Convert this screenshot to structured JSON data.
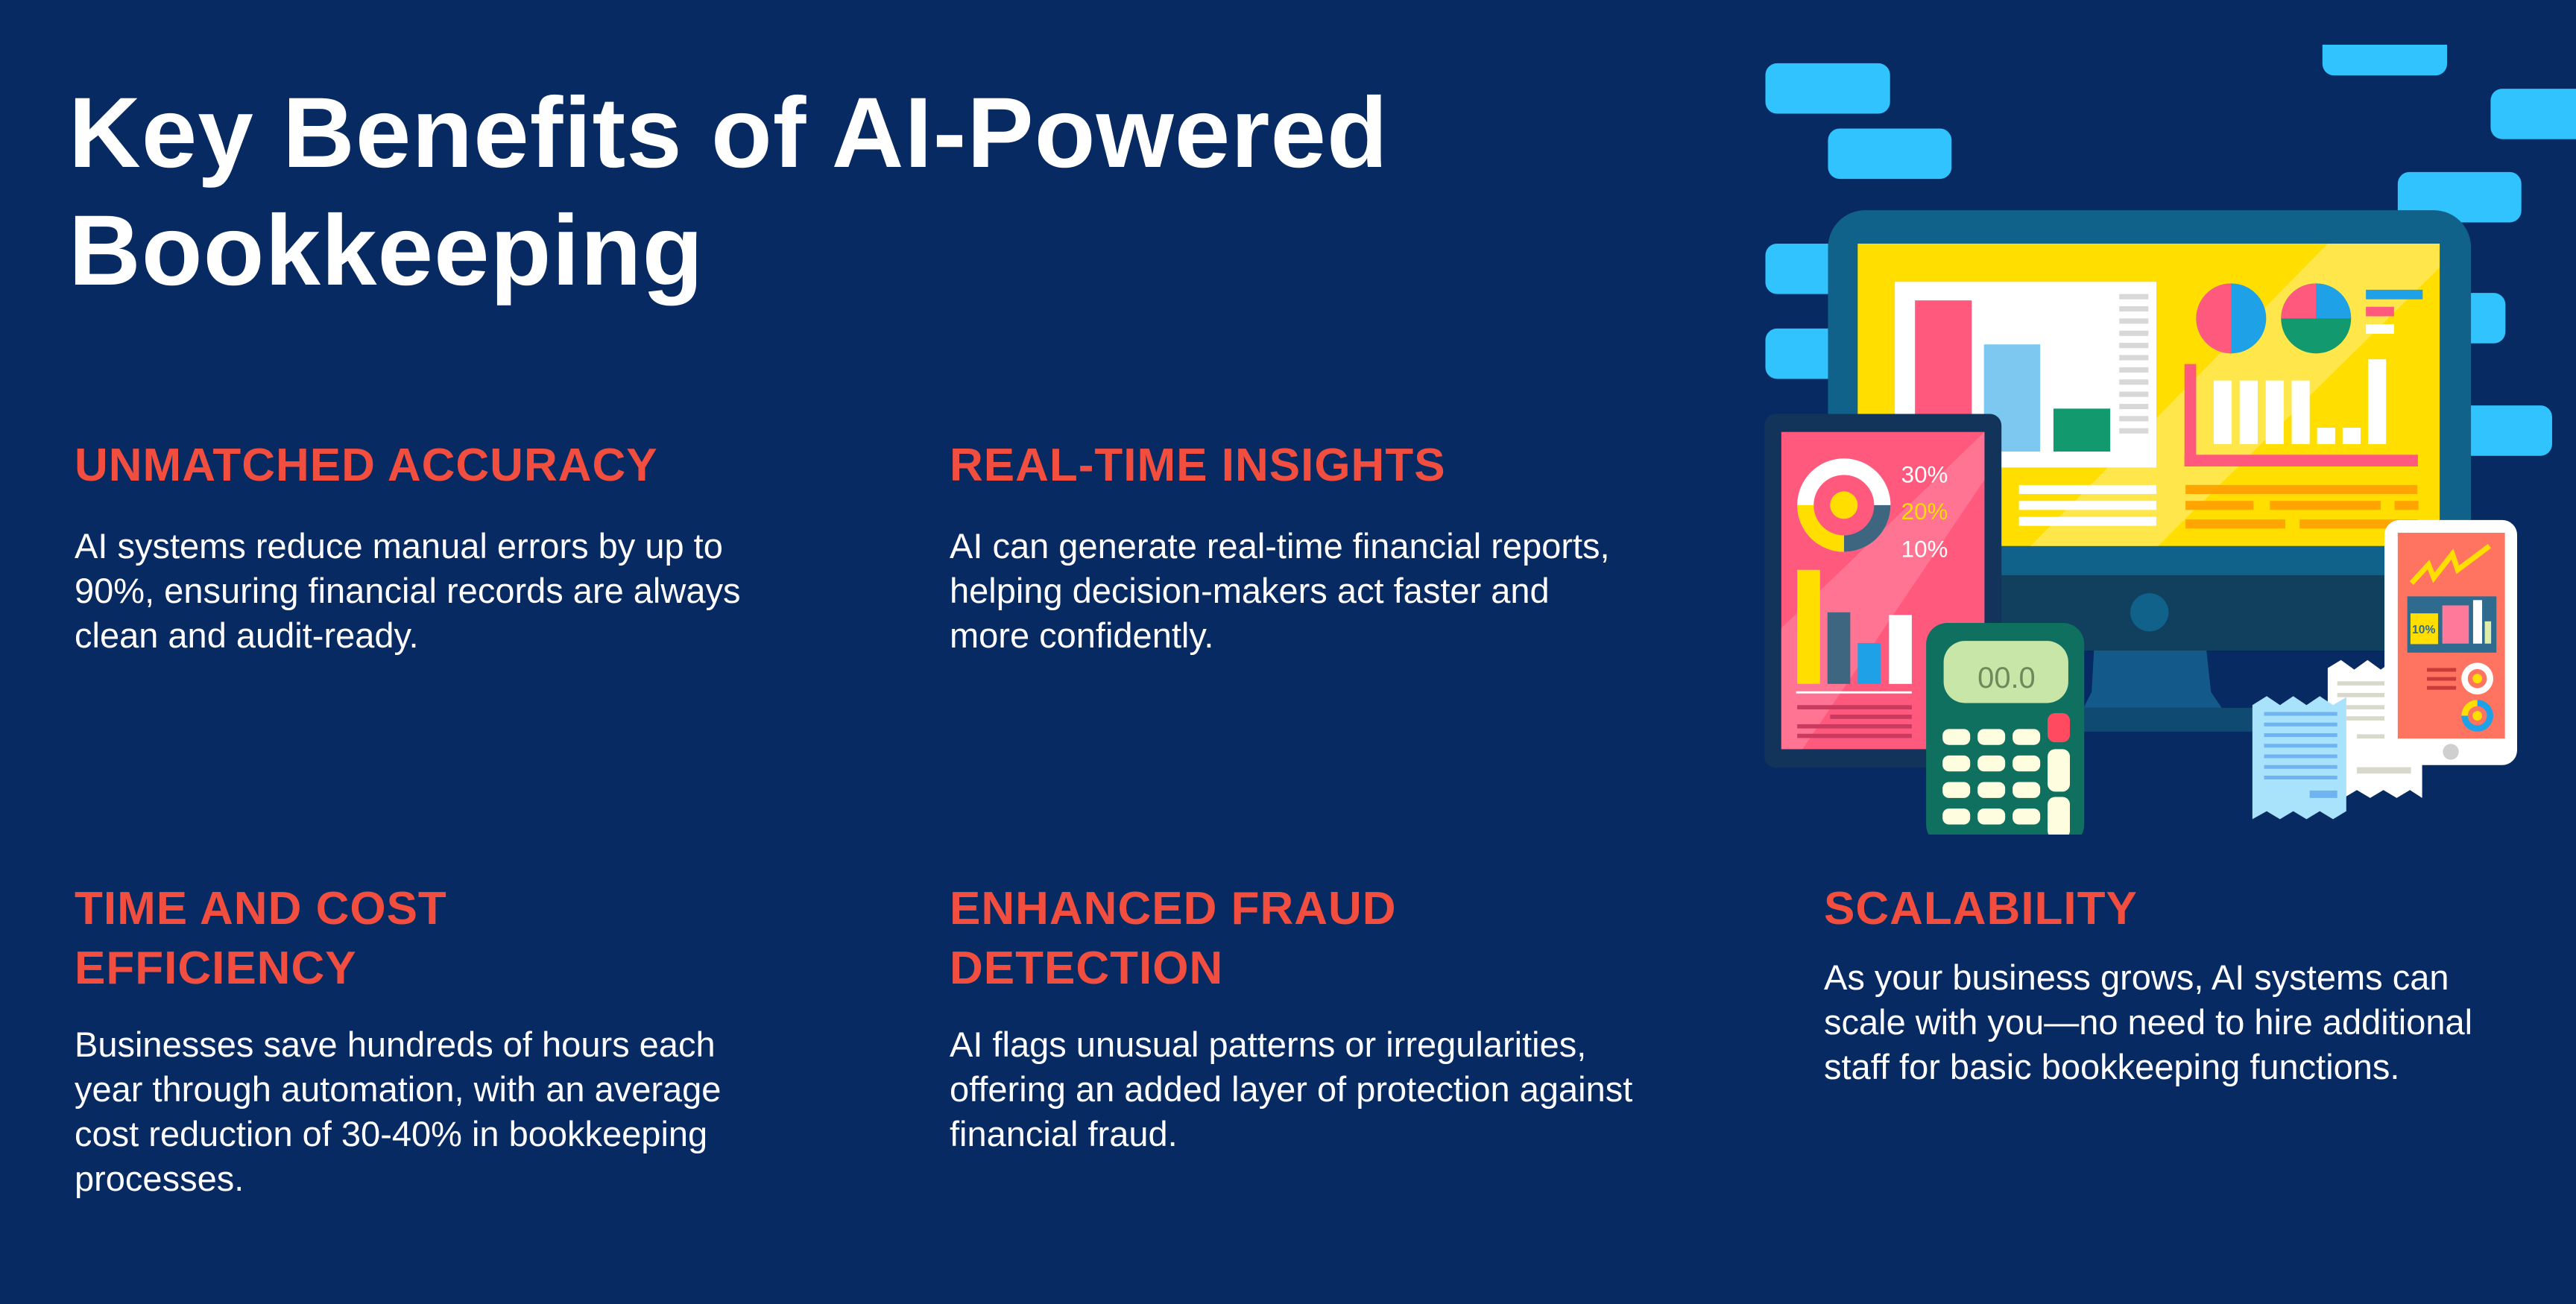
{
  "title": "Key Benefits of AI-Powered Bookkeeping",
  "benefits": [
    {
      "heading": "UNMATCHED ACCURACY",
      "body": "AI systems reduce manual errors by up to 90%, ensuring financial records are always clean and audit-ready."
    },
    {
      "heading": "REAL-TIME INSIGHTS",
      "body": "AI can generate real-time financial reports, helping decision-makers act faster and more confidently."
    },
    {
      "heading": "TIME AND COST EFFICIENCY",
      "body": "Businesses save hundreds of hours each year through automation, with an average cost reduction of 30-40% in bookkeeping processes."
    },
    {
      "heading": "ENHANCED FRAUD DETECTION",
      "body": "AI flags unusual patterns or irregularities, offering an added layer of protection against financial fraud."
    },
    {
      "heading": "SCALABILITY",
      "body": "As your business grows, AI systems can scale with you—no need to hire additional staff for basic bookkeeping functions."
    }
  ],
  "illustration": {
    "tablet_stats": [
      "30%",
      "20%",
      "10%"
    ],
    "calculator_display": "00.0",
    "phone_badge": "10%"
  },
  "colors": {
    "background": "#082a63",
    "heading": "#f24e3f",
    "text": "#ffffff"
  }
}
